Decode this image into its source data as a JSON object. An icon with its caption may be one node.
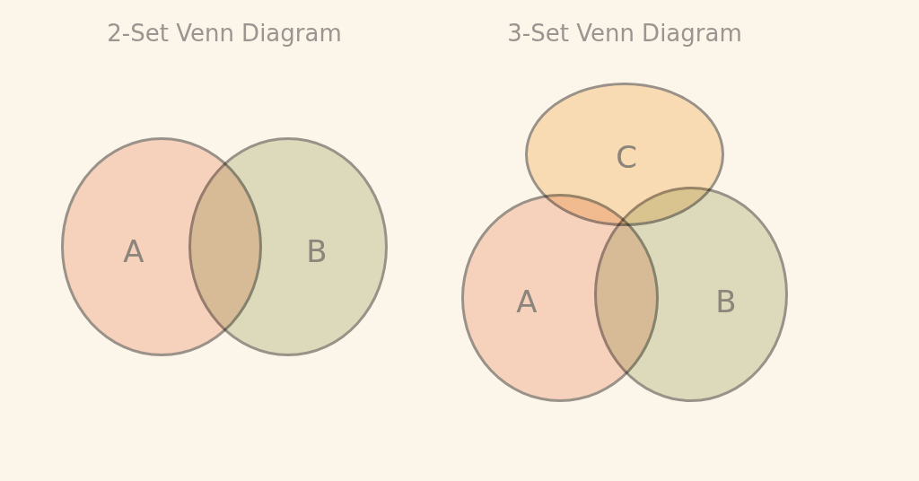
{
  "diagram": {
    "nodes": [
      {
        "text": [
          "A"
        ]
      },
      {
        "text": [
          "B"
        ]
      },
      {
        "text": [
          "C"
        ]
      },
      {
        "text": [
          "A"
        ]
      },
      {
        "text": [
          "B"
        ]
      }
    ],
    "labels": [
      "2-Set Venn Diagram",
      "3-Set Venn Diagram"
    ]
  }
}
